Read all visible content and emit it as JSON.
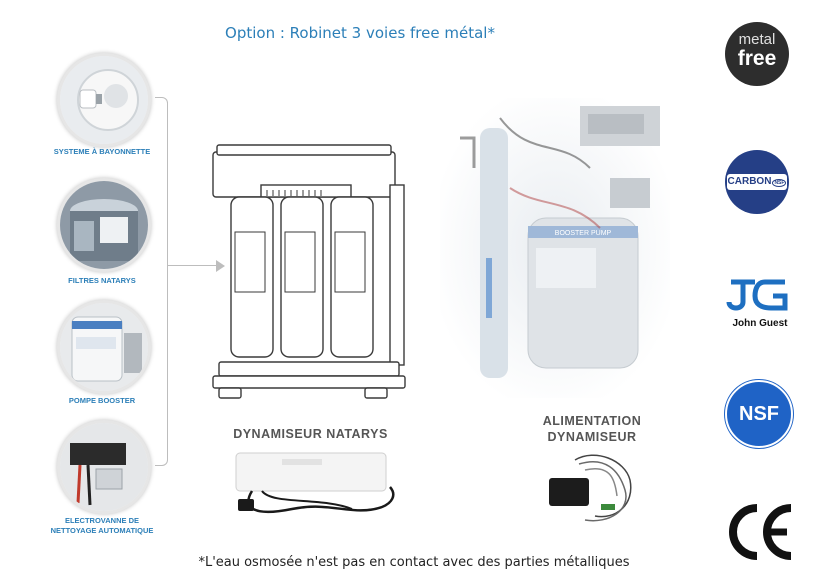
{
  "title": "Option : Robinet 3 voies free métal*",
  "features": [
    {
      "label": "SYSTEME À BAYONNETTE"
    },
    {
      "label": "FILTRES NATARYS"
    },
    {
      "label": "POMPE BOOSTER"
    },
    {
      "label": "ELECTROVANNE DE NETTOYAGE AUTOMATIQUE"
    }
  ],
  "dynamiseur_label": "DYNAMISEUR NATARYS",
  "alimentation_label": "ALIMENTATION DYNAMISEUR",
  "footnote": "*L'eau osmosée n'est pas en contact avec des parties métalliques",
  "logos": {
    "metal_free": {
      "line1": "metal",
      "line2": "free"
    },
    "carbon_nsf": {
      "text": "CARBON",
      "mark": "NSF"
    },
    "john_guest": {
      "text": "John Guest"
    },
    "nsf": {
      "text": "NSF"
    },
    "ce": {
      "text": "CE"
    }
  },
  "pump_text": "BOOSTER PUMP",
  "colors": {
    "accent": "#2c7fb8",
    "logo_dark": "#2d2d2d",
    "logo_navy": "#253f86",
    "jg_blue": "#1e6fc1",
    "nsf_blue": "#1f63c6"
  }
}
